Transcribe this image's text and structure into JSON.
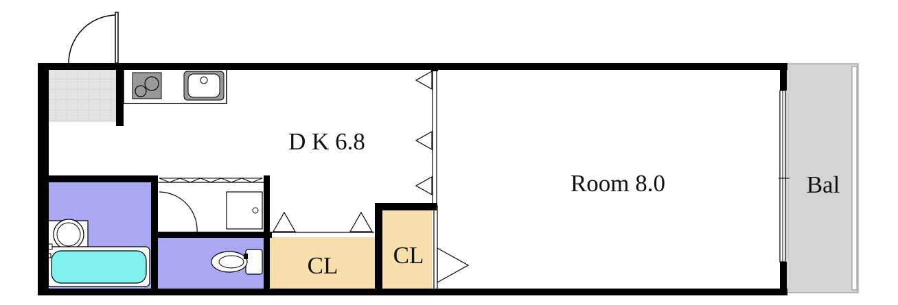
{
  "colors": {
    "wall": "#000000",
    "floor": "#ffffff",
    "wet_area": "#aaa7f3",
    "closet": "#f6dfaa",
    "balcony": "#d4d4d4",
    "tile": "#e3e3e3",
    "tile_line": "#c8c8c8",
    "bathtub": "#7ff0f0",
    "fixture": "#999999"
  },
  "rooms": {
    "dk_label": "D K 6.8",
    "room_label": "Room 8.0",
    "balcony_label": "Bal",
    "closet_1_label": "CL",
    "closet_2_label": "CL"
  },
  "icons": {
    "entry_door": "door-swing-icon",
    "stove": "stove-icon",
    "sink": "kitchen-sink-icon",
    "washing_machine": "washing-machine-pan-icon",
    "toilet": "toilet-icon",
    "bathtub": "bathtub-icon",
    "washbasin": "washbasin-icon"
  }
}
